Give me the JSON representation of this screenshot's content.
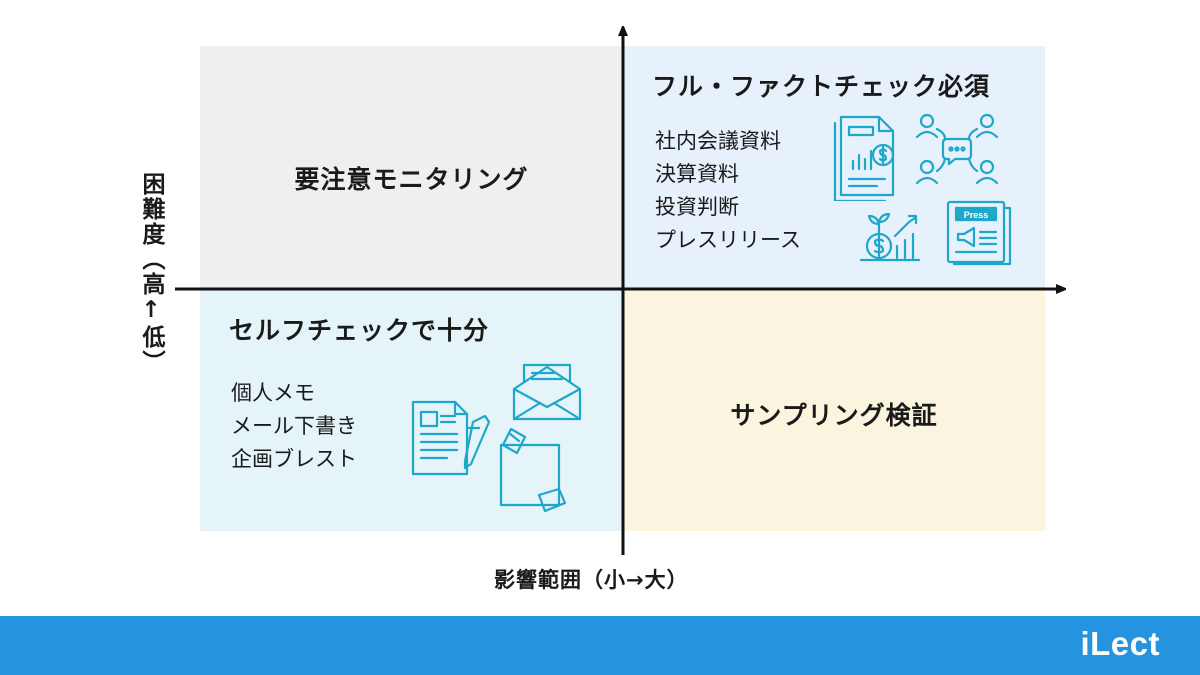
{
  "axes": {
    "x_label": "影響範囲（小→大）",
    "y_label": "困難度（高↑低）"
  },
  "quadrants": {
    "top_left": {
      "title": "要注意モニタリング"
    },
    "top_right": {
      "title": "フル・ファクトチェック必須",
      "items": [
        "社内会議資料",
        "決算資料",
        "投資判断",
        "プレスリリース"
      ],
      "icons": [
        "financial-report-icon",
        "meeting-network-icon",
        "investment-growth-icon",
        "press-release-icon"
      ]
    },
    "bottom_left": {
      "title": "セルフチェックで十分",
      "items": [
        "個人メモ",
        "メール下書き",
        "企画ブレスト"
      ],
      "icons": [
        "document-edit-icon",
        "envelope-icon",
        "sticky-note-icon"
      ]
    },
    "bottom_right": {
      "title": "サンプリング検証"
    }
  },
  "icon_press_text": "Press",
  "footer": {
    "logo": "iLect"
  },
  "colors": {
    "top_left_bg": "#efefef",
    "top_right_bg": "#e6f1fc",
    "bottom_left_bg": "#e4f4f9",
    "bottom_right_bg": "#fbf5e0",
    "icon_stroke": "#1ea7c9",
    "footer_bg": "#2593df"
  }
}
